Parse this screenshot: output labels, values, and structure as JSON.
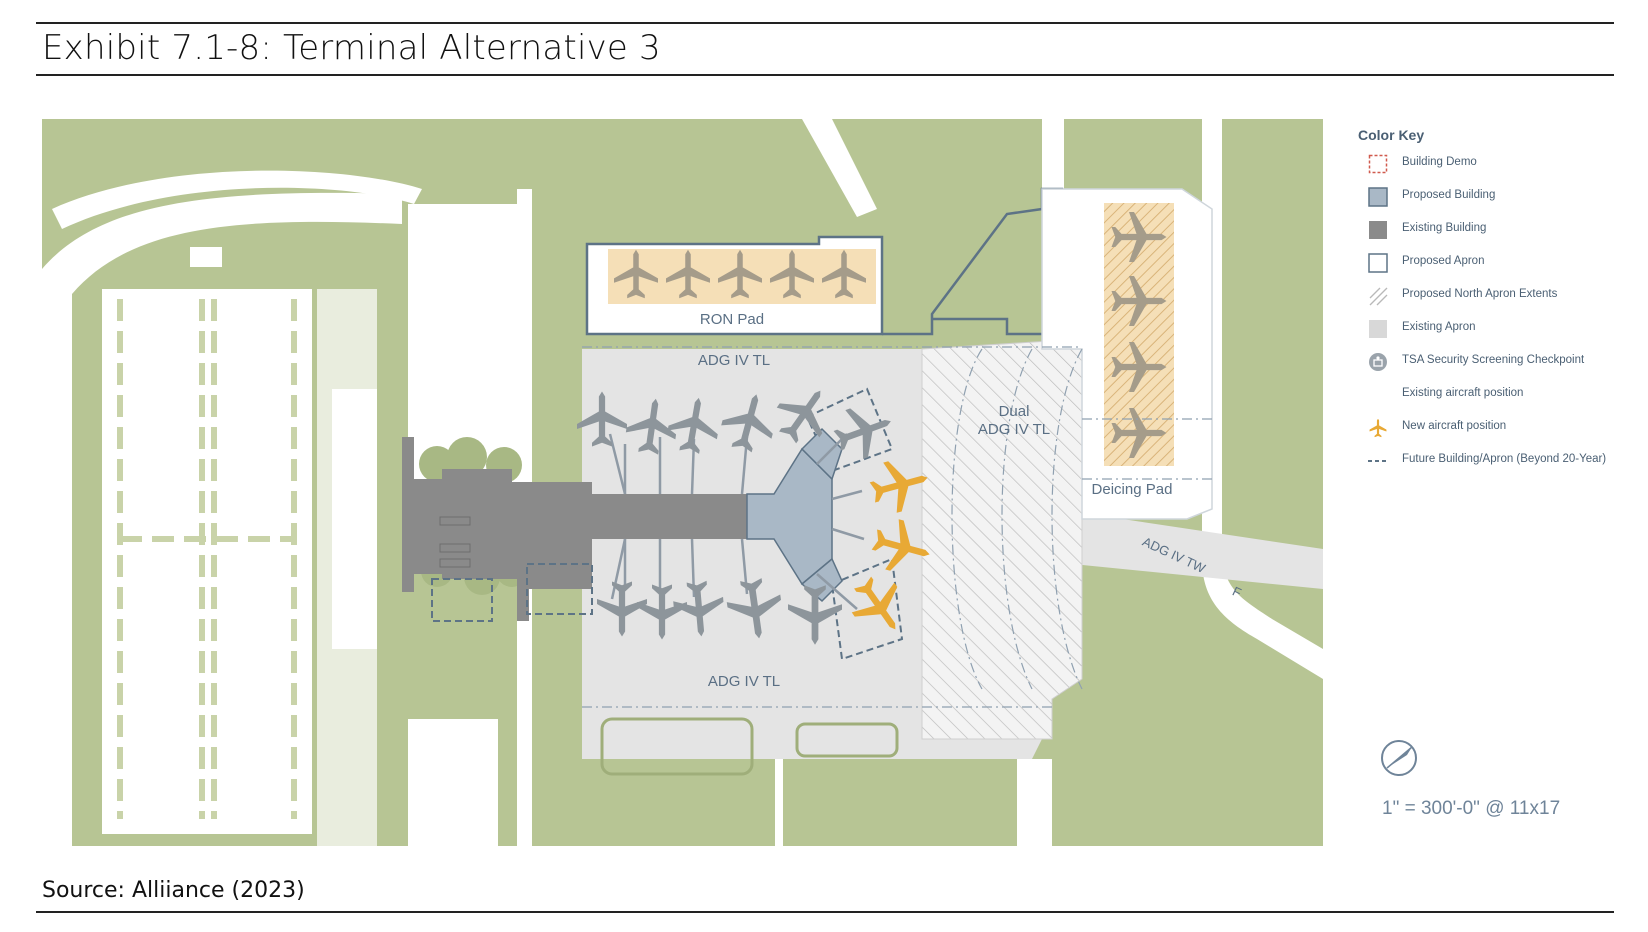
{
  "title": "Exhibit 7.1-8: Terminal Alternative 3",
  "source": "Source: Alliiance (2023)",
  "colors": {
    "grass": "#b7c594",
    "grass_dark": "#a8b884",
    "existing_apron": "#e4e4e4",
    "proposed_apron": "#ffffff",
    "existing_building": "#8a8a8a",
    "proposed_building": "#a9b8c6",
    "pad_fill": "#f5dfb7",
    "new_aircraft": "#e8a935",
    "existing_aircraft": "#8d959b",
    "dash_line": "#5d7386",
    "legend_text": "#4a5f73"
  },
  "map": {
    "labels": {
      "ron_pad": "RON Pad",
      "adg_top": "ADG IV TL",
      "adg_bottom": "ADG IV TL",
      "dual_1": "Dual",
      "dual_2": "ADG IV TL",
      "deicing_pad": "Deicing Pad",
      "adg_tw": "ADG IV TW",
      "f_marker": "F"
    }
  },
  "legend": {
    "title": "Color Key",
    "items": [
      {
        "label": "Building Demo",
        "icon": "demo-dashed-square"
      },
      {
        "label": "Proposed Building",
        "icon": "proposed-building-swatch"
      },
      {
        "label": "Existing Building",
        "icon": "existing-building-swatch"
      },
      {
        "label": "Proposed Apron",
        "icon": "proposed-apron-swatch"
      },
      {
        "label": "Proposed North Apron Extents",
        "icon": "hatch-swatch"
      },
      {
        "label": "Existing Apron",
        "icon": "existing-apron-swatch"
      },
      {
        "label": "TSA Security Screening Checkpoint",
        "icon": "tsa-checkpoint-icon"
      },
      {
        "label": "Existing aircraft position",
        "icon": ""
      },
      {
        "label": "New aircraft position",
        "icon": "new-aircraft-icon"
      },
      {
        "label": "Future Building/Apron (Beyond 20-Year)",
        "icon": "future-dashed-line"
      }
    ]
  },
  "scale": "1\" = 300'-0\" @ 11x17"
}
